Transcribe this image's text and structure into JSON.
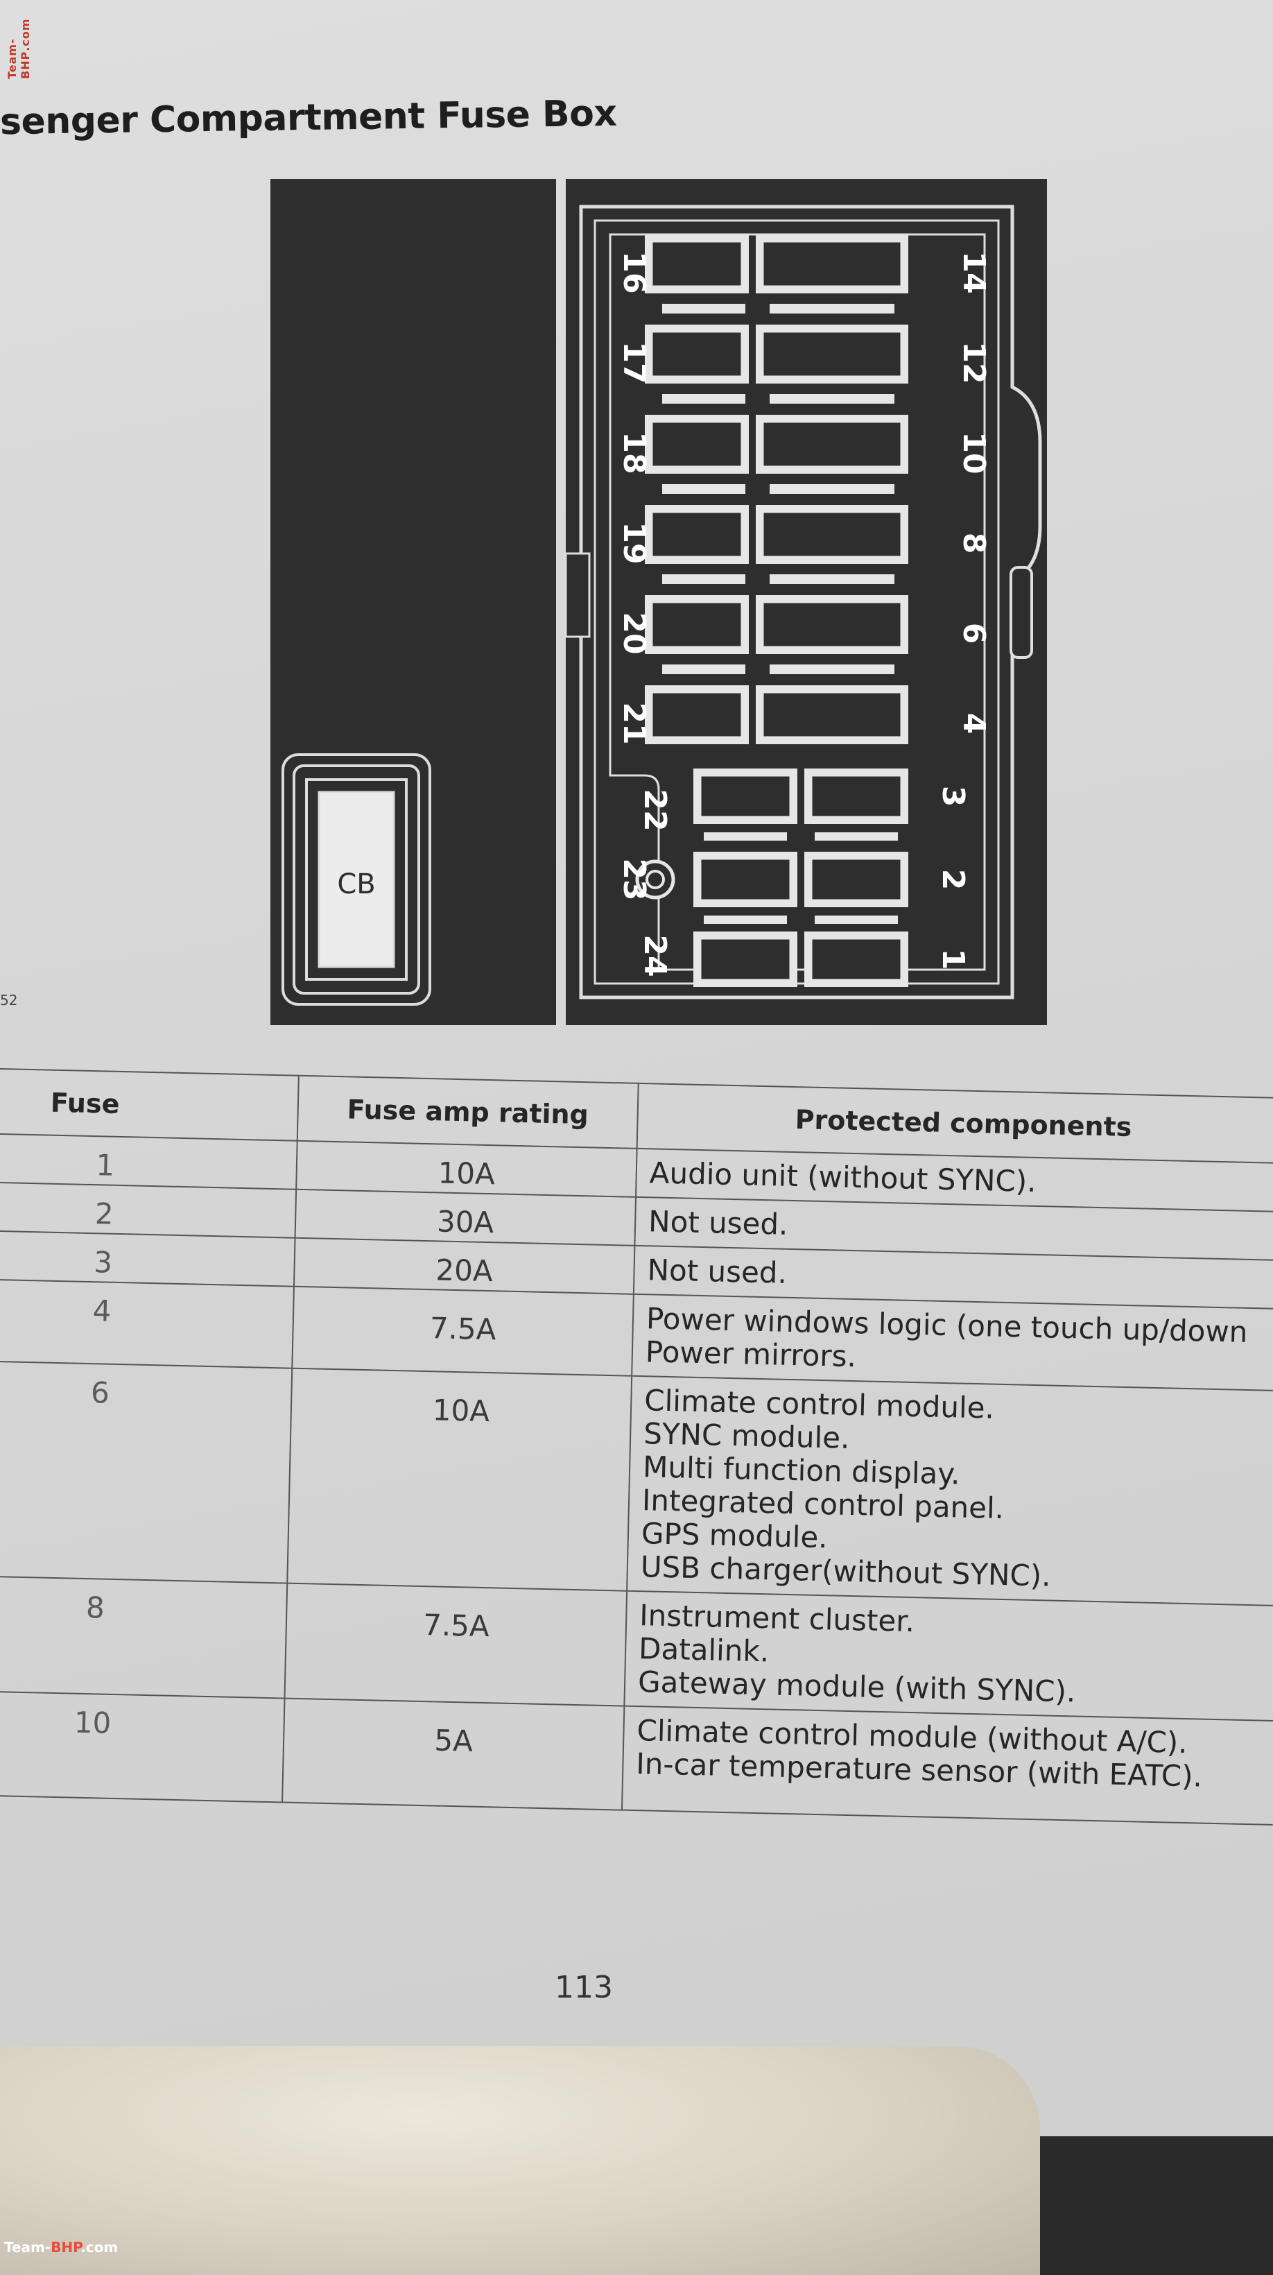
{
  "document": {
    "title": "senger Compartment Fuse Box",
    "figure_number": "52",
    "page_number": "113",
    "watermark": {
      "prefix": "Team-",
      "brand": "BHP",
      "suffix": ".com"
    }
  },
  "diagram": {
    "cb_label": "CB",
    "left_column_labels": [
      "16",
      "17",
      "18",
      "19",
      "20",
      "21"
    ],
    "right_column_labels": [
      "14",
      "12",
      "10",
      "8",
      "6",
      "4"
    ],
    "lower_left_labels": [
      "22",
      "23",
      "24"
    ],
    "lower_right_labels": [
      "3",
      "2",
      "1"
    ]
  },
  "table": {
    "headers": {
      "fuse": "Fuse",
      "rating": "Fuse amp rating",
      "components": "Protected components"
    },
    "rows": [
      {
        "fuse": "1",
        "rating": "10A",
        "components": [
          "Audio unit (without SYNC)."
        ]
      },
      {
        "fuse": "2",
        "rating": "30A",
        "components": [
          "Not used."
        ]
      },
      {
        "fuse": "3",
        "rating": "20A",
        "components": [
          "Not used."
        ]
      },
      {
        "fuse": "4",
        "rating": "7.5A",
        "components": [
          "Power windows logic (one touch up/down",
          "Power mirrors."
        ]
      },
      {
        "fuse": "6",
        "rating": "10A",
        "components": [
          "Climate control module.",
          "SYNC module.",
          "Multi function display.",
          "Integrated control panel.",
          "GPS module.",
          "USB charger(without SYNC)."
        ]
      },
      {
        "fuse": "8",
        "rating": "7.5A",
        "components": [
          "Instrument cluster.",
          "Datalink.",
          "Gateway module (with SYNC)."
        ]
      },
      {
        "fuse": "10",
        "rating": "5A",
        "components": [
          "Climate control module (without A/C).",
          "In-car temperature sensor (with EATC)."
        ]
      }
    ]
  },
  "colors": {
    "paper": "#d9d9d9",
    "diagram_fill": "#2e2e2e",
    "ink": "#262626",
    "watermark_red": "#e74c3c"
  }
}
